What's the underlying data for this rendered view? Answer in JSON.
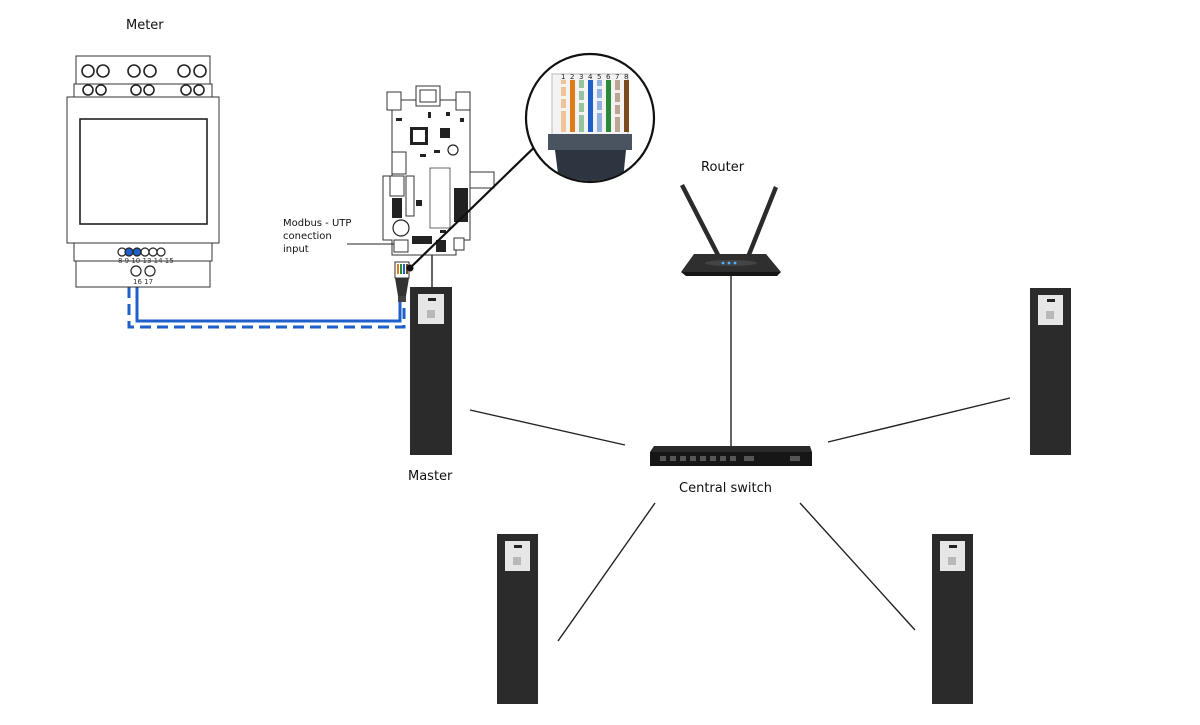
{
  "labels": {
    "meter": "Meter",
    "router": "Router",
    "master": "Master",
    "central_switch": "Central switch",
    "modbus_line1": "Modbus - UTP",
    "modbus_line2": "conection",
    "modbus_line3": "input"
  },
  "pin_numbers": [
    "1",
    "2",
    "3",
    "4",
    "5",
    "6",
    "7",
    "8"
  ],
  "meter_terminals": {
    "row1": "8 9 10 13 14 15",
    "row2": "16 17"
  },
  "colors": {
    "modbus_wire": "#1e5fc9",
    "charger_body": "#2b2b2b",
    "link_line": "#222222"
  }
}
